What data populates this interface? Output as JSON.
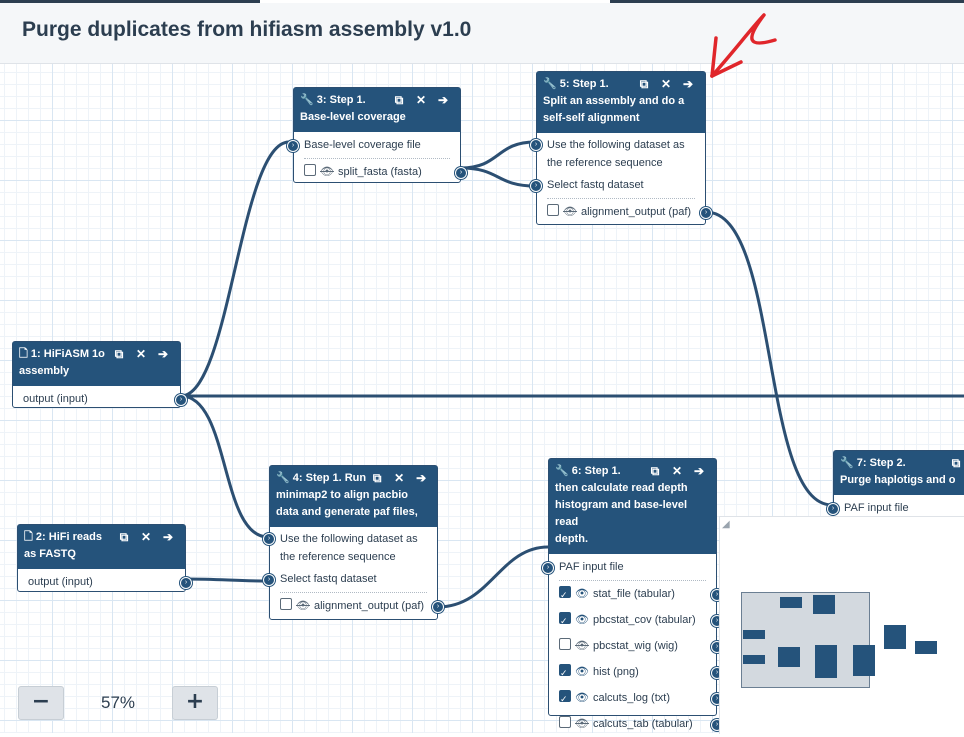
{
  "header": {
    "title": "Purge duplicates from hifiasm assembly v1.0"
  },
  "zoom": {
    "minus_label": "−",
    "value": "57%",
    "plus_label": "+"
  },
  "nodes": {
    "n1": {
      "title": "1: HiFiASM 1o assembly",
      "title_line2": "assembly",
      "title_line1": "1: HiFiASM 1o",
      "icon": "file-icon",
      "outputs": [
        {
          "label": "output (input)"
        }
      ]
    },
    "n2": {
      "title_line1": "2: HiFi reads",
      "title_line2": "as FASTQ",
      "icon": "file-icon",
      "outputs": [
        {
          "label": "output (input)"
        }
      ]
    },
    "n3": {
      "title_line1": "3: Step 1.",
      "title_line2": "Base-level coverage",
      "icon": "wrench-icon",
      "inputs": [
        {
          "label": "Base-level coverage file"
        }
      ],
      "outputs": [
        {
          "label": "split_fasta (fasta)",
          "checked": false,
          "visible": false
        }
      ]
    },
    "n4": {
      "title_line1": "4: Step 1. Run",
      "title_line2": "minimap2 to align pacbio",
      "title_line3": "data and generate paf files,",
      "icon": "wrench-icon",
      "inputs": [
        {
          "label_line1": "Use the following dataset as",
          "label_line2": "the reference sequence"
        },
        {
          "label": "Select fastq dataset"
        }
      ],
      "outputs": [
        {
          "label": "alignment_output (paf)",
          "checked": false,
          "visible": false
        }
      ]
    },
    "n5": {
      "title_line1": "5: Step 1.",
      "title_line2": "Split an assembly and do a",
      "title_line3": "self-self alignment",
      "icon": "wrench-icon",
      "inputs": [
        {
          "label_line1": "Use the following dataset as",
          "label_line2": "the reference sequence"
        },
        {
          "label": "Select fastq dataset"
        }
      ],
      "outputs": [
        {
          "label": "alignment_output (paf)",
          "checked": false,
          "visible": false
        }
      ]
    },
    "n6": {
      "title_line1": "6: Step 1.",
      "title_line2": "then calculate read depth",
      "title_line3": "histogram and base-level read",
      "title_line4": "depth.",
      "icon": "wrench-icon",
      "inputs": [
        {
          "label": "PAF input file"
        }
      ],
      "outputs": [
        {
          "label": "stat_file (tabular)",
          "checked": true,
          "visible": true
        },
        {
          "label": "pbcstat_cov (tabular)",
          "checked": true,
          "visible": true
        },
        {
          "label": "pbcstat_wig (wig)",
          "checked": false,
          "visible": false
        },
        {
          "label": "hist (png)",
          "checked": true,
          "visible": true
        },
        {
          "label": "calcuts_log (txt)",
          "checked": true,
          "visible": true
        },
        {
          "label": "calcuts_tab (tabular)",
          "checked": false,
          "visible": false
        }
      ]
    },
    "n7": {
      "title_line1": "7: Step 2.",
      "title_line2": "Purge haplotigs and o",
      "icon": "wrench-icon",
      "inputs": [
        {
          "label": "PAF input file"
        }
      ]
    }
  },
  "icons": {
    "copy": "copy-icon",
    "close": "close-icon",
    "arrow": "arrow-right-icon",
    "eye_on": "eye-icon",
    "eye_off": "eye-slash-icon"
  },
  "colors": {
    "node_header": "#25537b",
    "annotation_arrow": "#e0262b",
    "wire": "#2c4f72"
  }
}
